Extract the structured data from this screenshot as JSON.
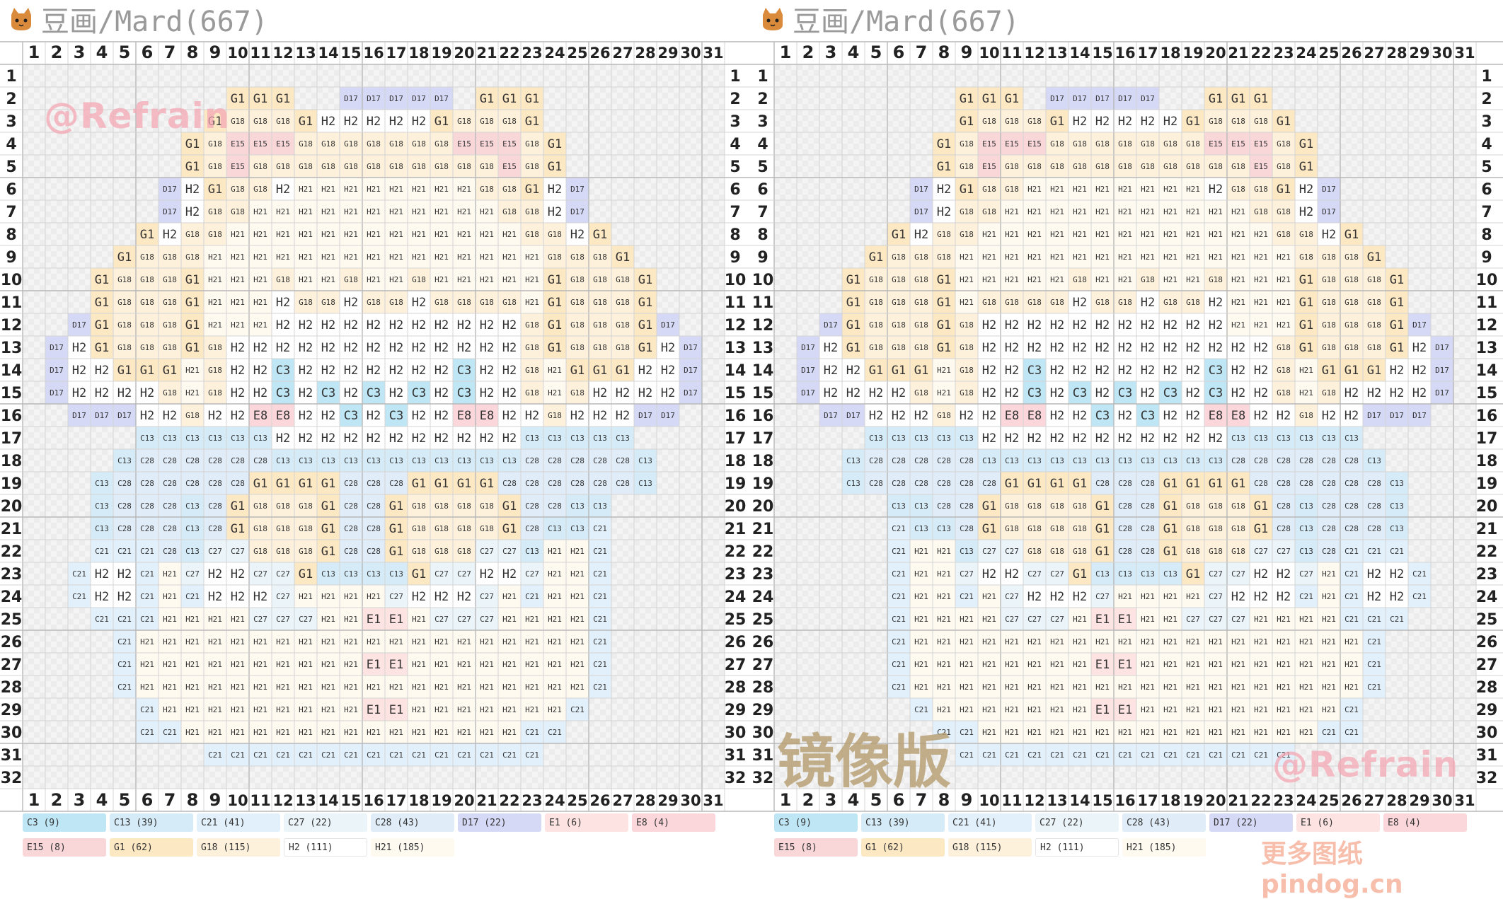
{
  "header": {
    "title": "豆画/Mard(667)"
  },
  "panels": [
    {
      "id": "left",
      "watermark": "@Refrain"
    },
    {
      "id": "right",
      "mirror_label": "镜像版",
      "watermark": "@Refrain",
      "site": "更多图纸 pindog.cn"
    }
  ],
  "grid": {
    "cols": 31,
    "rows": 32,
    "cells": [
      "",
      "10-12:G1|15-19:D17|21-23:G1",
      "9:G1|10-12:G18|13:G1|14-18:H2|19:G1|20-22:G18|23:G1",
      "8:G1|9:G18|10-12:E15|13-19:G18|20-22:E15|23:G18|24:G1",
      "8:G1|9:G18|10:E15|11-21:G18|22:E15|23:G18|24:G1",
      "7:D17|8:H2|9:G1|10-11:G18|12:H2|13-20:H21|21-22:G18|23:G1|24:H2|25:D17",
      "7:D17|8:H2|9-10:G18|11-21:H21|22-23:G18|24:H2|25:D17",
      "6:G1|7:H2|8-9:G18|10-22:H21|23-24:G18|25:H2|26:G1",
      "5:G1|6-8:G18|9-23:H21|24-26:G18|27:G1",
      "4:G1|5-7:G18|8:G1|9-11:H21|12:G18|13-14:H21|15:G18|16-17:H21|18:G18|19-23:H21|24:G1|25-27:G18|28:G1",
      "4:G1|5-7:G18|8:G1|9-11:H21|12:H2|13-14:G18|15:H2|16-17:G18|18:H2|19-22:G18|23:H21|24:G1|25-27:G18|28:G1",
      "3:D17|4:G1|5-7:G18|8:G1|9-11:H21|12-22:H2|23:G18|24:G1|25-27:G18|28:G1|29:D17",
      "2:D17|3:H2|4:G1|5-7:G18|8:G1|9:G18|10-22:H2|23:G18|24:G1|25-27:G18|28:G1|29:H2|30:D17",
      "2:D17|3-4:H2|5-7:G1|8:H21|9:G18|10-11:H2|12:C3|13-19:H2|20:C3|21-22:H2|23:G18|24:H21|25-27:G1|28-29:H2|30:D17",
      "2:D17|3-5:H2|6:H2|7:G18|8:H21|9:G18|10-11:H2|12:C3|13:H2|14:C3|15:H2|16:C3|17:H2|18:C3|19:H2|20:C3|21-22:H2|23:G18|24:H21|25:G18|26-29:H2|30:D17",
      "3-5:D17|6-7:H2|8:G18|9-10:H2|11-12:E8|13-14:H2|15:C3|16:H2|17:C3|18-19:H2|20-21:E8|22-23:H2|24:G18|25-27:H2|28-29:D17",
      "6-11:C13|12-22:H2|23-27:C13",
      "5:C13|6-11:C28|12-22:C13|23-27:C28|28:C13",
      "4:C13|5-10:C28|11-14:G1|15-17:C28|18-21:G1|22-27:C28|28:C13",
      "4:C13|5-7:C28|8:C13|9:C28|10:G1|11-13:G18|14:G1|15-16:C28|17:G1|18-21:G18|22:G1|23-24:C28|25-26:C13",
      "4:C13|5-7:C28|8:C13|9:C28|10:G1|11-13:G18|14:G1|15-16:C28|17:G1|18-21:G18|22:G1|23:C28|24-25:C13|26:C21",
      "4-6:C21|7:C28|8:C13|9-10:C27|11-13:G18|14:G1|15-16:C28|17:G1|18-20:G18|21-22:C27|23:C13|24:H21|25:H21|26:C21",
      "3:C21|4-5:H2|6:C21|7:H21|8:C27|9-10:H2|11-12:C27|13:G1|14-17:C13|18:G1|19-20:C27|21-22:H2|23:C27|24-25:H21|26:C21",
      "3:C21|4-5:H2|6:C21|7:H21|8:C21|9-11:H2|12:C27|13-16:H21|17:C27|18-20:H2|21:C27|22:H21|23:C21|24-25:H21|26:C21",
      "4-6:C21|7-10:H21|11-13:C27|14-15:H21|16-17:E1|18:H21|19-21:C27|22:H21|23-25:H21|26:C21",
      "5:C21|6-25:H21|26:C21",
      "5:C21|6-15:H21|16-17:E1|18-25:H21|26:C21",
      "5:C21|6-25:H21|26:C21",
      "6:C21|7-15:H21|16-17:E1|18-24:H21|25:C21",
      "6:C21|7:C21|8-22:H21|23-24:C21",
      "9-23:C21",
      ""
    ]
  },
  "palette": {
    "C3": "#bfe6f4",
    "C13": "#d5ebf8",
    "C21": "#e2f0fb",
    "C27": "#eaf4f9",
    "C28": "#e0ecf7",
    "D17": "#d6d9f6",
    "E1": "#fde3e1",
    "E8": "#fbd6da",
    "E15": "#f9d7d9",
    "G1": "#fde8c4",
    "G18": "#fdf1dc",
    "H2": "#ffffff",
    "H21": "#fefaf0"
  },
  "legend": [
    {
      "code": "C3",
      "label": "C3  (9)"
    },
    {
      "code": "C13",
      "label": "C13  (39)"
    },
    {
      "code": "C21",
      "label": "C21  (41)"
    },
    {
      "code": "C27",
      "label": "C27  (22)"
    },
    {
      "code": "C28",
      "label": "C28  (43)"
    },
    {
      "code": "D17",
      "label": "D17  (22)"
    },
    {
      "code": "E1",
      "label": "E1  (6)"
    },
    {
      "code": "E8",
      "label": "E8  (4)"
    },
    {
      "code": "E15",
      "label": "E15  (8)"
    },
    {
      "code": "G1",
      "label": "G1  (62)"
    },
    {
      "code": "G18",
      "label": "G18  (115)"
    },
    {
      "code": "H2",
      "label": "H2  (111)"
    },
    {
      "code": "H21",
      "label": "H21  (185)"
    }
  ]
}
